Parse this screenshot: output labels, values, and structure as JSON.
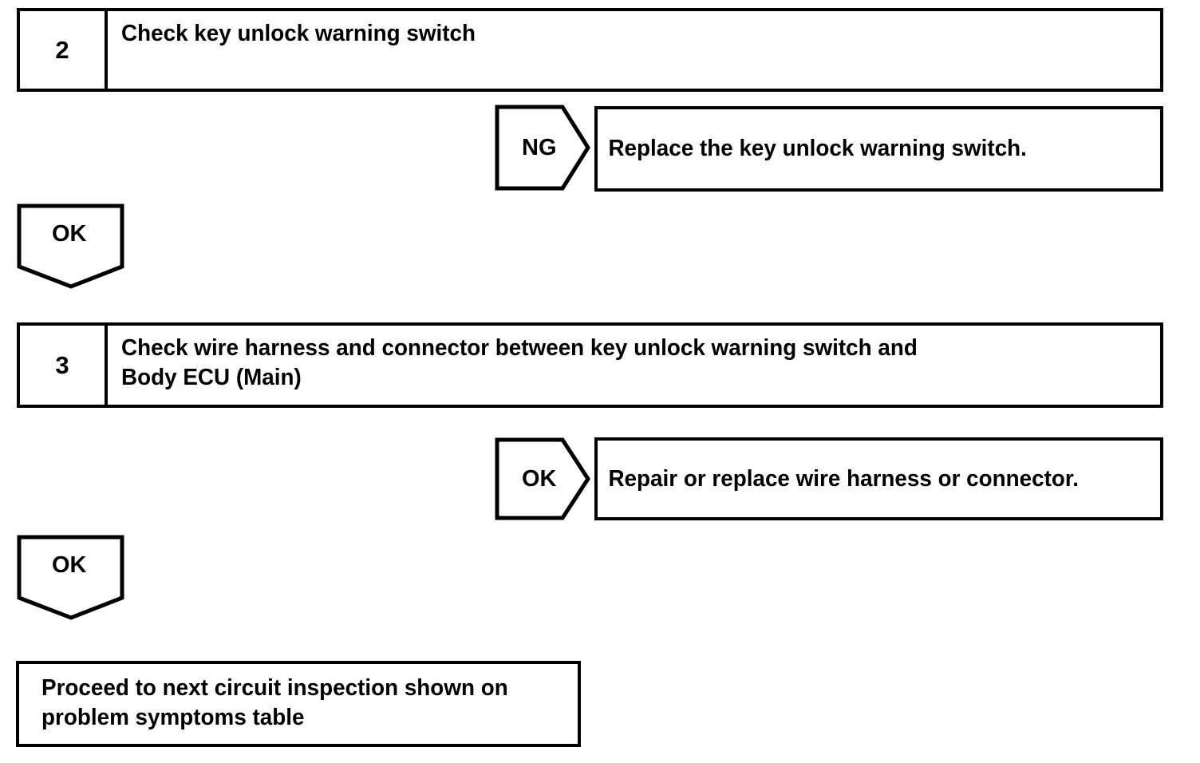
{
  "diagram": {
    "type": "troubleshooting-flowchart",
    "ink_color": "#000000",
    "background_color": "#ffffff"
  },
  "steps": [
    {
      "number": "2",
      "lines": [
        "Check key unlock warning switch"
      ]
    },
    {
      "number": "3",
      "lines": [
        "Check wire harness and connector between key unlock warning switch and",
        "Body ECU (Main)"
      ]
    }
  ],
  "results": [
    {
      "tag": "NG",
      "text": "Replace the key unlock warning switch."
    },
    {
      "tag": "OK",
      "text": "Repair or replace wire harness or connector."
    }
  ],
  "connectors": [
    {
      "tag": "OK"
    },
    {
      "tag": "OK"
    }
  ],
  "terminal": {
    "lines": [
      "Proceed to next circuit inspection shown on",
      "problem symptoms table"
    ]
  }
}
